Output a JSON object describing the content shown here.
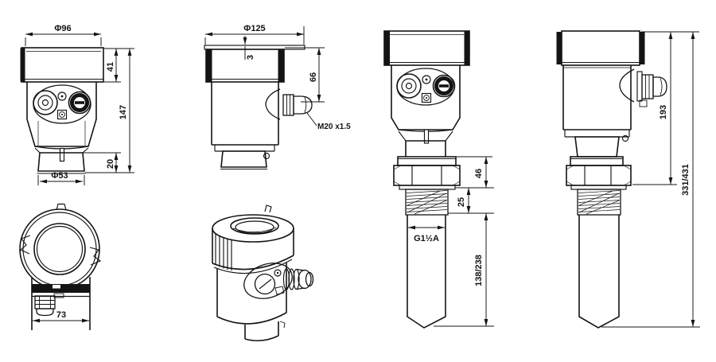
{
  "line_color": "#141414",
  "background_color": "#ffffff",
  "dimensions": {
    "front_horn": {
      "top_diameter": "Φ96",
      "lid_height": "41",
      "total_height": "147",
      "horn_height": "20",
      "horn_diameter": "Φ53"
    },
    "side_horn": {
      "top_diameter": "Φ125",
      "cover_lip": "3",
      "upper_height": "66",
      "cable_gland_thread": "M20 x1.5"
    },
    "front_rod": {
      "union_height": "46",
      "thread_length": "25",
      "process_connection": "G1½A",
      "probe_length": "138/238"
    },
    "side_rod": {
      "head_height": "193",
      "total_length": "331/431"
    },
    "top_view": {
      "body_width": "73"
    }
  }
}
